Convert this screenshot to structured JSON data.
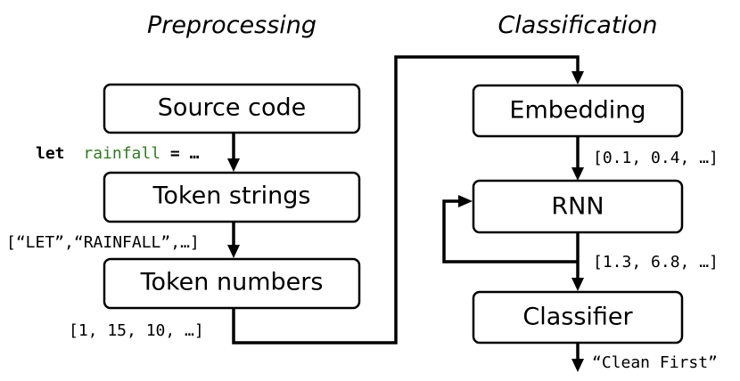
{
  "headings": {
    "left": "Preprocessing",
    "right": "Classification"
  },
  "boxes": {
    "source_code": "Source code",
    "token_strings": "Token strings",
    "token_numbers": "Token numbers",
    "embedding": "Embedding",
    "rnn": "RNN",
    "classifier": "Classifier"
  },
  "annotations": {
    "code_keyword": "let",
    "code_identifier": "rainfall",
    "code_rest": " = …",
    "token_string_list": "[“LET”,“RAINFALL”,…]",
    "token_number_list": "[1, 15, 10, …]",
    "embedding_output": "[0.1, 0.4, …]",
    "rnn_output": "[1.3, 6.8, …]",
    "classifier_output": "“Clean First”"
  },
  "colors": {
    "identifier": "#2e7d1f",
    "stroke": "#000000"
  }
}
